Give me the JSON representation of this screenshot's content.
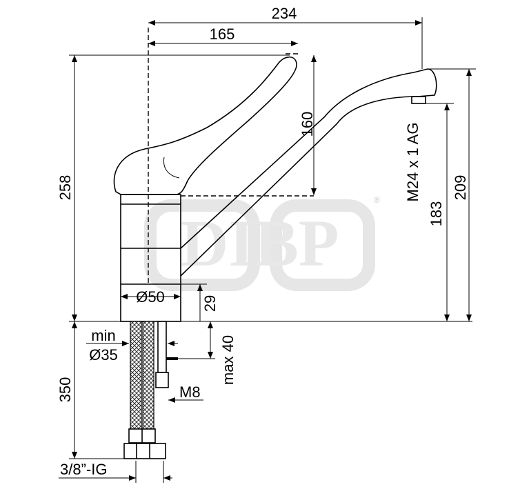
{
  "drawing": {
    "watermark": {
      "text": "DIBP",
      "registered": "®"
    },
    "dimensions": {
      "total_reach": "234",
      "handle_reach": "165",
      "handle_height": "160",
      "overall_height": "258",
      "outlet_thread": "M24 x 1 AG",
      "spout_top_height": "209",
      "outlet_height": "183",
      "body_diameter": "Ø50",
      "base_height": "29",
      "hole_min_label": "min",
      "hole_min_diameter": "Ø35",
      "max_thickness": "max 40",
      "hose_length": "350",
      "stud_thread": "M8",
      "hose_connection": "3/8”-IG"
    }
  }
}
